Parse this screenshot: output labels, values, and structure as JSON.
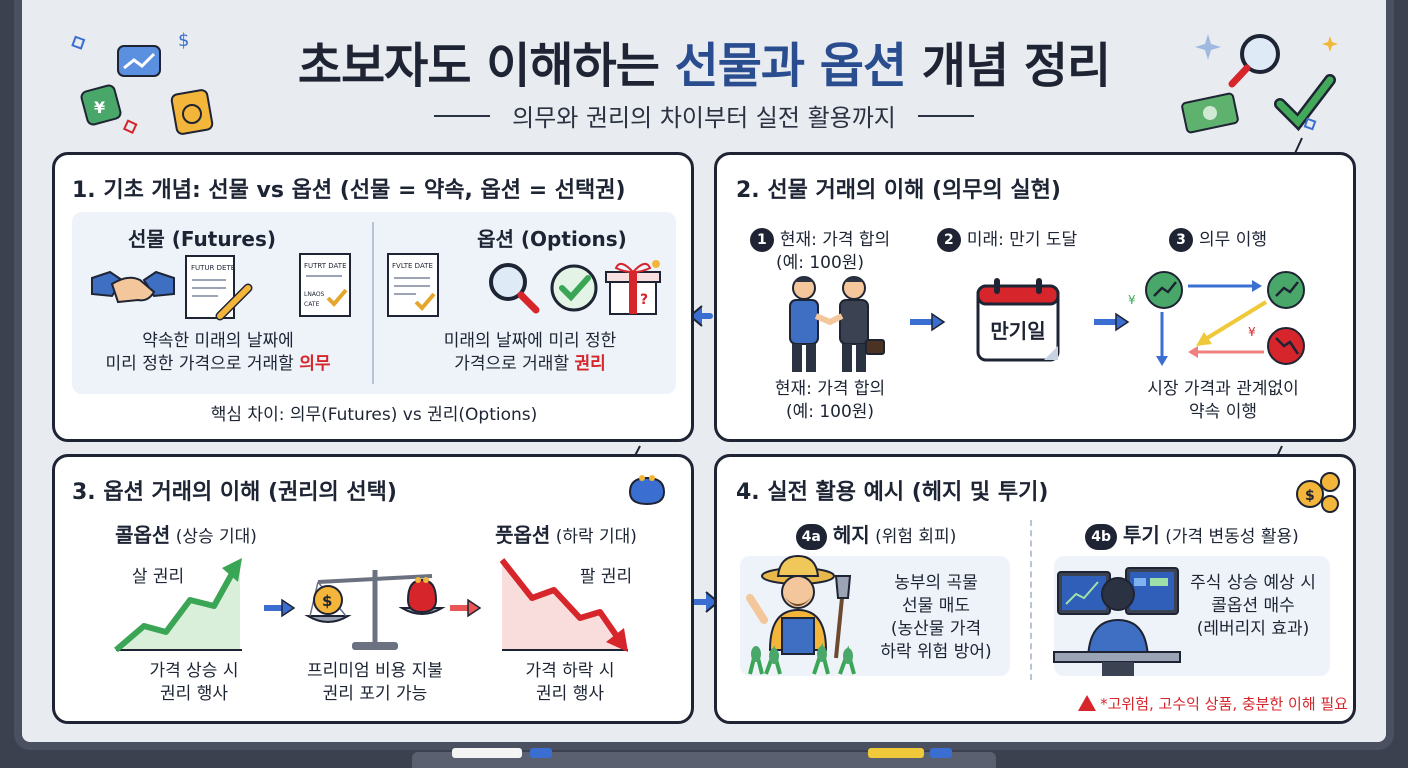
{
  "header": {
    "title_pre": "초보자도 이해하는 ",
    "title_highlight": "선물과 옵션",
    "title_post": " 개념 정리",
    "subtitle": "의무와 권리의 차이부터 실전 활용까지"
  },
  "panel1": {
    "title": "1. 기초 개념: 선물 vs 옵션 (선물 = 약속, 옵션 = 선택권)",
    "futures": {
      "heading": "선물 (Futures)",
      "doc_label": "FUTUR DETE",
      "desc_line1": "약속한 미래의 날짜에",
      "desc_line2": "미리 정한 가격으로 거래할 ",
      "desc_key": "의무"
    },
    "middle_doc": {
      "top": "FUTRT DATE",
      "bottom1": "LNAOS",
      "bottom2": "CATE"
    },
    "options": {
      "heading": "옵션 (Options)",
      "doc_label": "FVLTE DATE",
      "desc_line1": "미래의 날짜에 미리 정한",
      "desc_line2": "가격으로 거래할 ",
      "desc_key": "권리"
    },
    "core_diff": "핵심 차이: 의무(Futures) vs 권리(Options)"
  },
  "panel2": {
    "title": "2. 선물 거래의 이해 (의무의 실현)",
    "step1": {
      "num": "1",
      "label": "현재: 가격 합의",
      "example": "(예: 100원)"
    },
    "step2": {
      "num": "2",
      "label": "미래: 만기 도달"
    },
    "step3": {
      "num": "3",
      "label": "의무 이행"
    },
    "handshake_caption": "현재: 가격 합의",
    "handshake_example": "(예: 100원)",
    "calendar_label": "만기일",
    "result_line1": "시장 가격과 관계없이",
    "result_line2": "약속 이행"
  },
  "panel3": {
    "title": "3. 옵션 거래의 이해 (권리의 선택)",
    "call": {
      "heading": "콜옵션",
      "sub": "(상승 기대)",
      "chart_label": "살 권리",
      "desc1": "가격 상승 시",
      "desc2": "권리 행사"
    },
    "middle": {
      "desc1": "프리미엄 비용 지불",
      "desc2": "권리 포기 가능"
    },
    "put": {
      "heading": "풋옵션",
      "sub": "(하락 기대)",
      "chart_label": "팔 권리",
      "desc1": "가격 하락 시",
      "desc2": "권리 행사"
    }
  },
  "panel4": {
    "title": "4. 실전 활용 예시 (헤지 및 투기)",
    "hedge": {
      "badge": "4a",
      "heading": "헤지",
      "sub": "(위험 회피)",
      "desc1": "농부의 곡물",
      "desc2": "선물 매도",
      "desc3": "(농산물 가격",
      "desc4": "하락 위험 방어)"
    },
    "spec": {
      "badge": "4b",
      "heading": "투기",
      "sub": "(가격 변동성 활용)",
      "desc1": "주식 상승 예상 시",
      "desc2": "콜옵션 매수",
      "desc3": "(레버리지 효과)"
    },
    "warning": "*고위험, 고수익 상품, 충분한 이해 필요"
  },
  "colors": {
    "navy": "#1e2433",
    "accent_blue": "#2a4d8f",
    "green": "#3aa655",
    "red": "#d6252b",
    "arrow_blue": "#3a6fd1"
  }
}
